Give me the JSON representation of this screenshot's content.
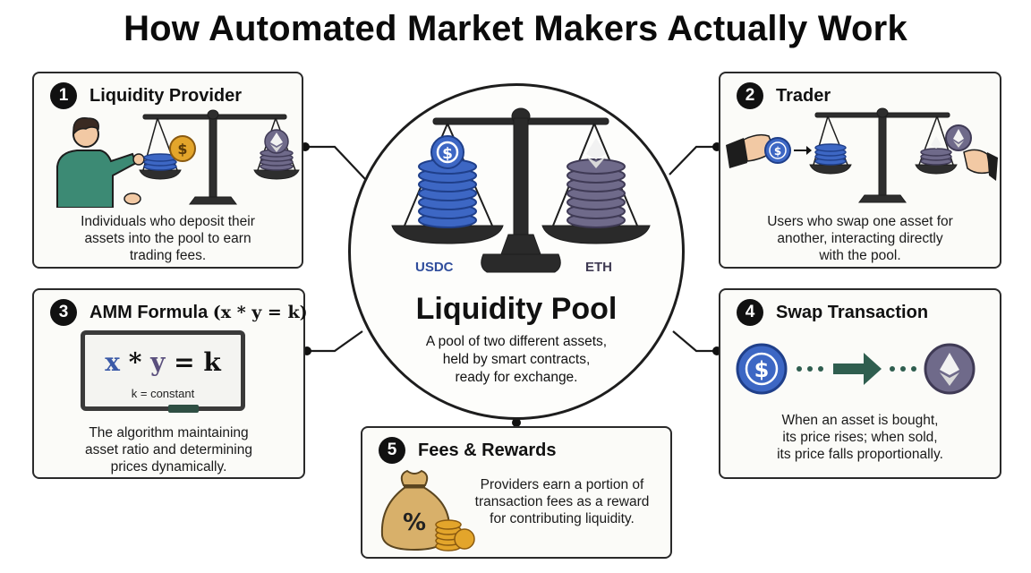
{
  "title": "How Automated Market Makers Actually Work",
  "pool": {
    "title": "Liquidity Pool",
    "left_label": "USDC",
    "right_label": "ETH",
    "desc": [
      "A pool of two different assets,",
      "held by smart contracts,",
      "ready for exchange."
    ]
  },
  "panels": [
    {
      "num": "1",
      "title": "Liquidity Provider",
      "desc": [
        "Individuals who deposit their",
        "assets into the pool to earn",
        "trading fees."
      ]
    },
    {
      "num": "2",
      "title": "Trader",
      "desc": [
        "Users who swap one asset for",
        "another, interacting directly",
        "with the pool."
      ]
    },
    {
      "num": "3",
      "title": "AMM Formula ",
      "title_math": "(x * y = k)",
      "formula": {
        "x": "x",
        "op": " * ",
        "y": "y",
        "eq": " = k"
      },
      "constant_note": "k = constant",
      "desc": [
        "The algorithm maintaining",
        "asset ratio and determining",
        "prices dynamically."
      ]
    },
    {
      "num": "4",
      "title": "Swap Transaction",
      "desc": [
        "When an asset is bought,",
        "its price rises; when sold,",
        "its price falls proportionally."
      ]
    },
    {
      "num": "5",
      "title": "Fees & Rewards",
      "bag_symbol": "%",
      "desc": [
        "Providers earn a portion of",
        "transaction fees as a reward",
        "for contributing liquidity."
      ]
    }
  ],
  "icons": {
    "usdc_symbol": "$",
    "colors": {
      "usdc": "#3d67c4",
      "usdc_dark": "#1f3f8a",
      "eth": "#6f6a8a",
      "eth_dark": "#3f3a55",
      "gold": "#e3a52b",
      "arrow": "#2f5e4f",
      "shirt": "#3c8a74"
    }
  }
}
